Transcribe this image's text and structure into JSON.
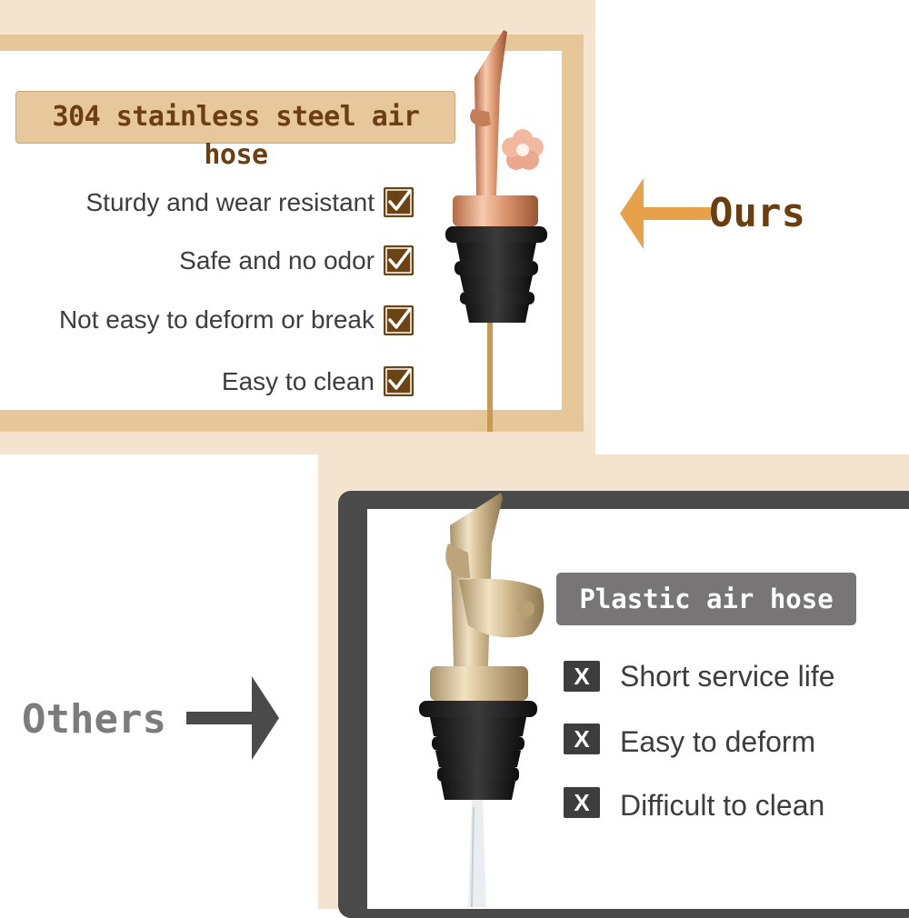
{
  "ours": {
    "badge": "304 stainless steel air hose",
    "label": "Ours",
    "features": [
      {
        "text": "Sturdy and wear resistant",
        "check_icon": "checkmark-icon"
      },
      {
        "text": "Safe and no odor",
        "check_icon": "checkmark-icon"
      },
      {
        "text": "Not easy to deform or break",
        "check_icon": "checkmark-icon"
      },
      {
        "text": "Easy to clean",
        "check_icon": "checkmark-icon"
      }
    ],
    "arrow_icon": "left-arrow-icon",
    "product_image": "rose-gold-wine-pourer"
  },
  "others": {
    "badge": "Plastic air hose",
    "label": "Others",
    "drawbacks": [
      {
        "text": "Short service life",
        "mark": "X"
      },
      {
        "text": "Easy to deform",
        "mark": "X"
      },
      {
        "text": "Difficult to clean",
        "mark": "X"
      }
    ],
    "arrow_icon": "right-arrow-icon",
    "product_image": "gold-wine-pourer"
  },
  "colors": {
    "top_frame": "#e6c79a",
    "ours_accent": "#e6a14a",
    "check_fill": "#6b4416",
    "bottom_frame": "#4a4a4a",
    "others_text": "#7c7c7c"
  }
}
